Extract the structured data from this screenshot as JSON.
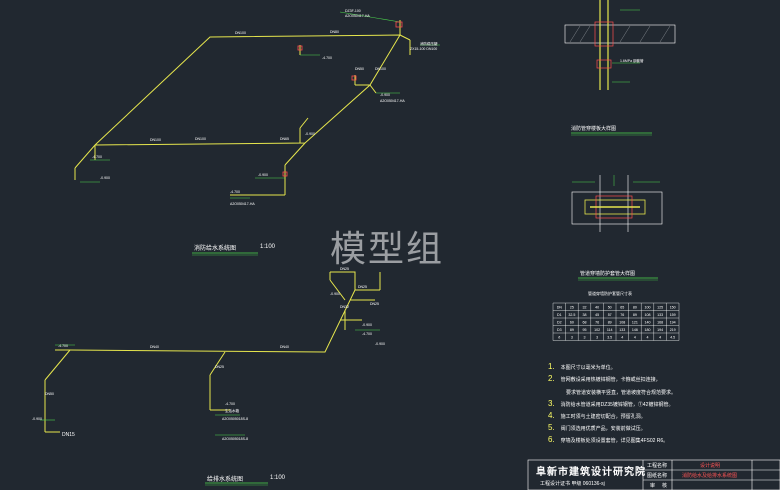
{
  "watermark": "模型组",
  "drawings": {
    "upper_system_title": "消防给水系统图",
    "upper_system_scale": "1:100",
    "lower_system_title": "给排水系统图",
    "lower_system_scale": "1:100",
    "sleeve_detail_title": "消防管穿楼板大样图",
    "wall_sleeve_title": "管道穿墙防护套管大样图"
  },
  "sleeve_table": {
    "title": "管道穿墙防护套管尺寸表",
    "rows": [
      [
        "DN",
        "25",
        "32",
        "40",
        "50",
        "65",
        "80",
        "100",
        "125",
        "150"
      ],
      [
        "D1",
        "32.5",
        "38",
        "45",
        "57",
        "76",
        "89",
        "108",
        "133",
        "159"
      ],
      [
        "D2",
        "60",
        "68",
        "76",
        "89",
        "108",
        "121",
        "140",
        "168",
        "194"
      ],
      [
        "D3",
        "89",
        "95",
        "102",
        "114",
        "133",
        "146",
        "180",
        "194",
        "219"
      ],
      [
        "δ",
        "3",
        "3",
        "3",
        "3.5",
        "4",
        "4",
        "4",
        "4",
        "4.5"
      ]
    ]
  },
  "notes": [
    {
      "num": "1.",
      "text": "本图尺寸以毫米为单位。"
    },
    {
      "num": "2.",
      "text": "管网敷设采用热镀锌钢管，卡箍或丝扣连接，"
    },
    {
      "num": "",
      "text": "要求管道安装横平竖直，管道坡度符合规范要求。"
    },
    {
      "num": "3.",
      "text": "消防给水管道采用DZ35镀锌钢管，Ⓣ42镀锌钢管。"
    },
    {
      "num": "4.",
      "text": "施工时须与土建密切配合，预留孔洞。"
    },
    {
      "num": "5.",
      "text": "阀门须选用优质产品，安装前做试压。"
    },
    {
      "num": "6.",
      "text": "穿墙及楼板处须设置套管，详见图集4FS02 R6。"
    }
  ],
  "title_block": {
    "org": "阜新市建筑设计研究院",
    "cert": "工程设计证书  甲级  060136-sj",
    "project_label": "工程名称",
    "project_value": "设计说明",
    "drawing_label": "图纸名称",
    "drawing_value": "消防给水及给排水系统图",
    "row3_a": "审",
    "row3_b": "核"
  },
  "annotations": {
    "upper": [
      "DN100",
      "DN100",
      "DN80",
      "DN65",
      "DN50",
      "DN100",
      "DN100",
      "-0.900",
      "-0.900",
      "-0.900",
      "-4.700",
      "-4.700",
      "-4.700",
      "-0.900",
      "DZ3F-100",
      "A2O050417-HA",
      "ZX15-100 DN100",
      "消防稳压罐",
      "A2O050417-HA",
      "A2O050417-HA"
    ],
    "lower": [
      "DN25",
      "DN40",
      "DN40",
      "DN25",
      "DN25",
      "DN32",
      "DN25",
      "DN50",
      "-4.700",
      "-4.700",
      "-0.900",
      "-0.900",
      "-0.900",
      "-0.900",
      "DN15",
      "-4.700",
      "A2O0505018S-8",
      "A2O0505018S-8",
      "生活水箱"
    ]
  }
}
